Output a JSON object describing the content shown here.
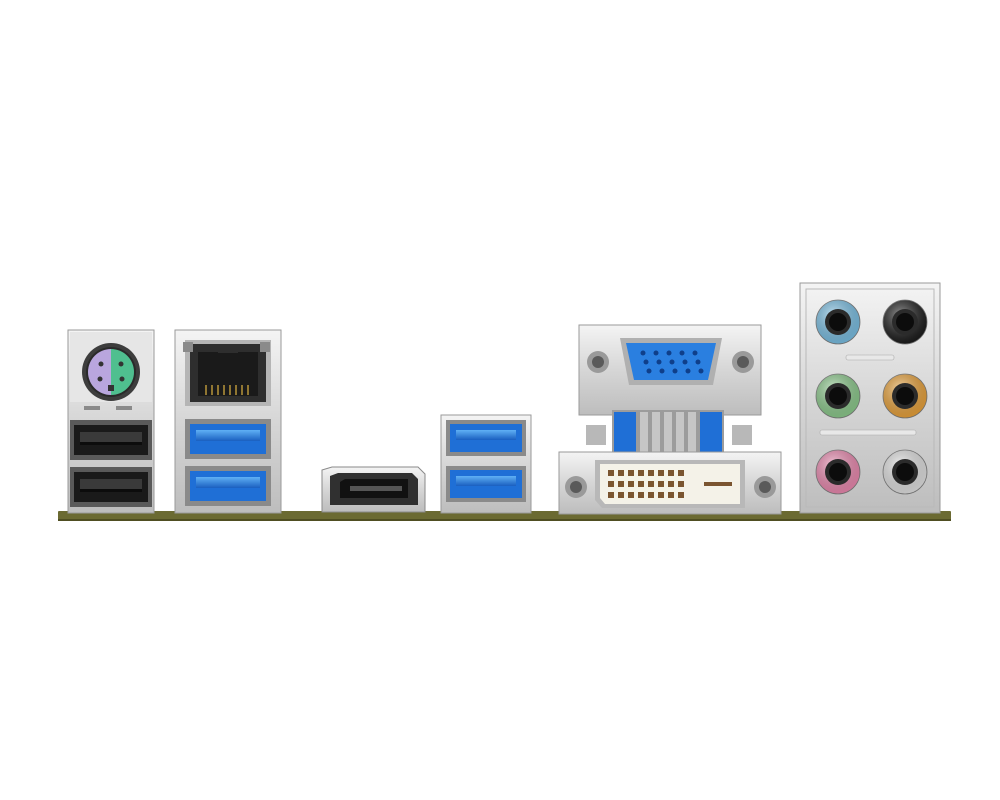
{
  "scene": {
    "subject": "motherboard-rear-io-panel",
    "background_color": "#ffffff"
  },
  "colors": {
    "pcb": "#6b6a32",
    "pcb_edge": "#4f4e22",
    "metal_light": "#ececec",
    "metal_mid": "#cfcfcf",
    "metal_dark": "#9a9a9a",
    "usb3_blue": "#1f6fd6",
    "usb3_blue_light": "#4fa0f0",
    "usb2_black": "#1a1a1a",
    "vga_blue": "#2a7fe0",
    "dvi_white": "#f4f2e8",
    "ps2_purple": "#b9a6de",
    "ps2_green": "#4fbf8f",
    "audio_blue": "#7cc4ea",
    "audio_black": "#1b1b1b",
    "audio_green": "#8fd08f",
    "audio_orange": "#f0a63a",
    "audio_pink": "#f28cb4",
    "audio_gray": "#e8e8e8"
  },
  "ports": [
    {
      "id": "ps2-combo",
      "icon": "ps2-port-icon"
    },
    {
      "id": "usb2-left-stack",
      "icon": "usb2-port-icon",
      "count": 2
    },
    {
      "id": "rj45-lan",
      "icon": "ethernet-port-icon"
    },
    {
      "id": "usb3-under-lan",
      "icon": "usb3-port-icon",
      "count": 2
    },
    {
      "id": "displayport",
      "icon": "displayport-icon"
    },
    {
      "id": "usb3-middle-stack",
      "icon": "usb3-port-icon",
      "count": 2
    },
    {
      "id": "vga-dsub",
      "icon": "vga-port-icon"
    },
    {
      "id": "dvi-d",
      "icon": "dvi-port-icon"
    },
    {
      "id": "audio-jacks",
      "icon": "audio-jack-icon",
      "count": 6
    }
  ]
}
